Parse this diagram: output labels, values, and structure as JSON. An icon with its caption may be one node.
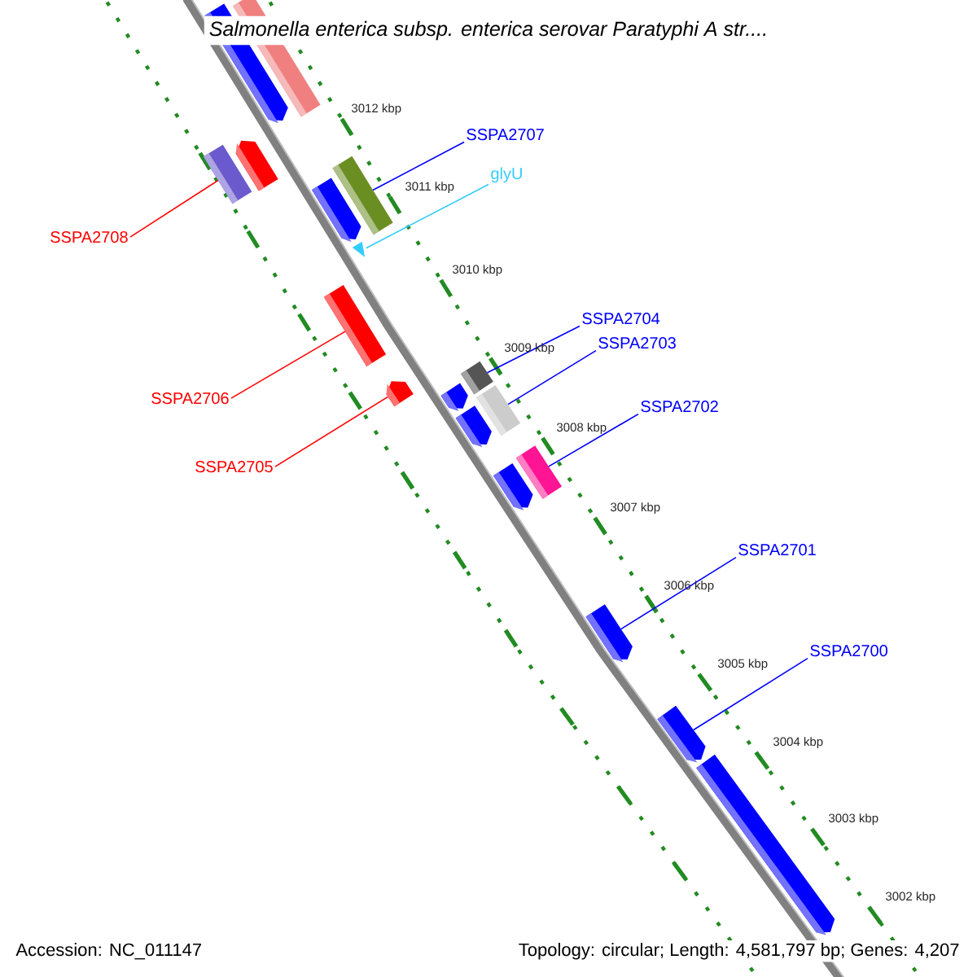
{
  "diagram": {
    "title": "Salmonella enterica subsp. enterica serovar Paratyphi A str....",
    "nodes": [
      {
        "text": [
          "SSPA2707"
        ]
      },
      {
        "text": [],
        "shape": "bar"
      },
      {
        "text": [
          "glyU"
        ]
      },
      {
        "text": [],
        "shape": "bar"
      },
      {
        "text": [
          "SSPA2708"
        ]
      },
      {
        "text": [],
        "shape": "bar"
      },
      {
        "text": [
          "SSPA2704"
        ]
      },
      {
        "text": [],
        "shape": "bar"
      },
      {
        "text": [
          "SSPA2703"
        ]
      },
      {
        "text": [],
        "shape": "bar"
      },
      {
        "text": [
          "SSPA2706"
        ]
      },
      {
        "text": [],
        "shape": "bar"
      },
      {
        "text": [
          "SSPA2702"
        ]
      },
      {
        "text": [],
        "shape": "bar"
      },
      {
        "text": [
          "SSPA2705"
        ]
      },
      {
        "text": [],
        "shape": "bar"
      },
      {
        "text": [
          "SSPA2701"
        ]
      },
      {
        "text": [],
        "shape": "bar"
      },
      {
        "text": [
          "SSPA2700"
        ]
      },
      {
        "text": [],
        "shape": "bar"
      }
    ],
    "edges": [
      {
        "from": 0,
        "to": 1,
        "arrow": "none"
      },
      {
        "from": 2,
        "to": 3,
        "arrow": "none",
        "color": "#33ccff"
      },
      {
        "from": 4,
        "to": 5,
        "arrow": "none",
        "color": "#ff0000"
      },
      {
        "from": 6,
        "to": 7,
        "arrow": "none"
      },
      {
        "from": 8,
        "to": 9,
        "arrow": "none"
      },
      {
        "from": 10,
        "to": 11,
        "arrow": "none",
        "color": "#ff0000"
      },
      {
        "from": 12,
        "to": 13,
        "arrow": "none"
      },
      {
        "from": 14,
        "to": 15,
        "arrow": "none",
        "color": "#ff0000"
      },
      {
        "from": 16,
        "to": 17,
        "arrow": "none"
      },
      {
        "from": 18,
        "to": 19,
        "arrow": "none"
      }
    ],
    "labels": [
      "3012 kbp",
      "3011 kbp",
      "3010 kbp",
      "3009 kbp",
      "3008 kbp",
      "3007 kbp",
      "3006 kbp",
      "3005 kbp",
      "3004 kbp",
      "3003 kbp",
      "3002 kbp",
      "Accession: NC_011147",
      "Topology: circular; Length: 4,581,797 bp; Genes: 4,207"
    ]
  }
}
